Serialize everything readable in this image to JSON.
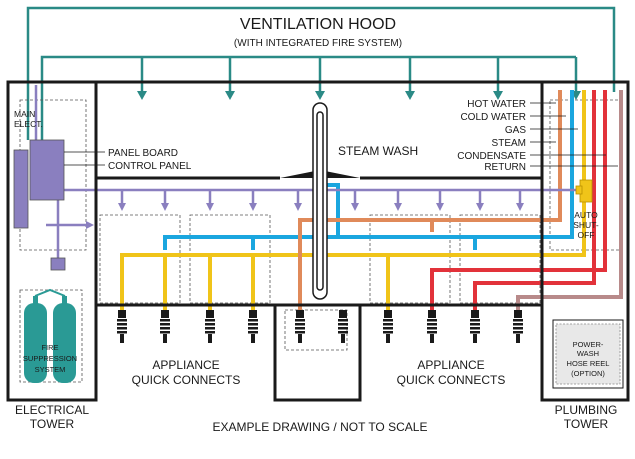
{
  "title": "VENTILATION HOOD",
  "subtitle": "(WITH INTEGRATED FIRE SYSTEM)",
  "left_tower": {
    "label_line1": "ELECTRICAL",
    "label_line2": "TOWER",
    "main_elect_line1": "MAIN",
    "main_elect_line2": "ELECT.",
    "fire_line1": "FIRE",
    "fire_line2": "SUPPRESSION",
    "fire_line3": "SYSTEM"
  },
  "center": {
    "panel_board": "PANEL BOARD",
    "control_panel": "CONTROL PANEL",
    "steam_wash": "STEAM WASH",
    "appliance_left_line1": "APPLIANCE",
    "appliance_left_line2": "QUICK CONNECTS",
    "appliance_right_line1": "APPLIANCE",
    "appliance_right_line2": "QUICK CONNECTS",
    "note": "EXAMPLE DRAWING / NOT TO SCALE"
  },
  "right_tower": {
    "label_line1": "PLUMBING",
    "label_line2": "TOWER",
    "utilities": [
      "HOT WATER",
      "COLD WATER",
      "GAS",
      "STEAM",
      "CONDENSATE",
      "RETURN"
    ],
    "auto_shutoff_line1": "AUTO",
    "auto_shutoff_line2": "SHUT-",
    "auto_shutoff_line3": "OFF",
    "hose_line1": "POWER-",
    "hose_line2": "WASH",
    "hose_line3": "HOSE REEL",
    "hose_line4": "(OPTION)"
  },
  "colors": {
    "outline": "#1a1a1a",
    "ventilation": "#2a8a86",
    "electrical": "#8a7fbf",
    "hot_water": "#e2323a",
    "cold_water": "#1aa6df",
    "gas": "#f0c419",
    "steam": "#e08a5a",
    "return": "#b88a8a",
    "fire_tank": "#2a9a95"
  }
}
